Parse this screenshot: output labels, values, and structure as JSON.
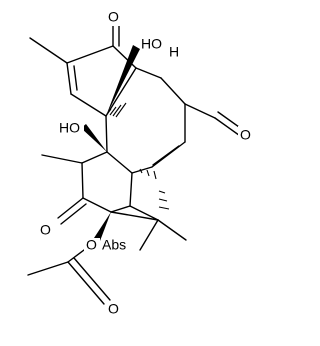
{
  "labels": {
    "oxo_top": "O",
    "oh_top": "HO",
    "h_top": "H",
    "aldehyde_o": "O",
    "oh_mid": "HO",
    "ketone_o": "O",
    "acetoxy_o": "O",
    "abs": "Abs",
    "acetyl_o": "O"
  }
}
